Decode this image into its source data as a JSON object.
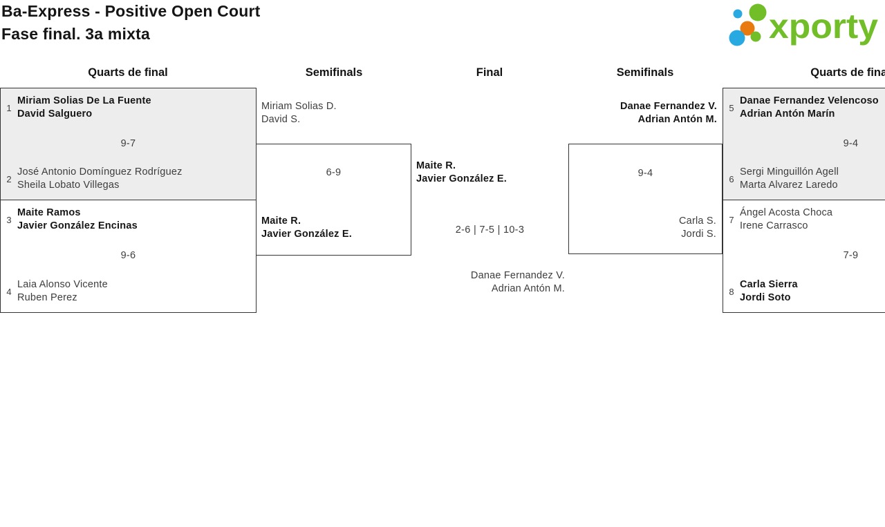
{
  "page": {
    "title_line1": "Ba-Express - Positive Open Court",
    "title_line2": "Fase final. 3a mixta"
  },
  "logo": {
    "text": "xporty",
    "colors": {
      "green": "#72be28",
      "blue": "#29a9e1",
      "orange": "#e87a10"
    }
  },
  "round_headers": [
    "Quarts de final",
    "Semifinals",
    "Final",
    "Semifinals",
    "Quarts de final"
  ],
  "matches": {
    "qf_l1": {
      "seed_top": "1",
      "top": [
        "Miriam Solias De La Fuente",
        "David Salguero"
      ],
      "score": "9-7",
      "seed_bottom": "2",
      "bottom": [
        "José Antonio Domínguez Rodríguez",
        "Sheila Lobato Villegas"
      ]
    },
    "qf_l2": {
      "seed_top": "3",
      "top": [
        "Maite Ramos",
        "Javier González Encinas"
      ],
      "score": "9-6",
      "seed_bottom": "4",
      "bottom": [
        "Laia Alonso Vicente",
        "Ruben Perez"
      ]
    },
    "sf_left": {
      "top": [
        "Miriam Solias D.",
        "David S."
      ],
      "score": "6-9",
      "bottom": [
        "Maite R.",
        "Javier González E."
      ]
    },
    "final": {
      "top": [
        "Maite R.",
        "Javier González E."
      ],
      "score": "2-6 | 7-5 | 10-3",
      "bottom": [
        "Danae Fernandez V.",
        "Adrian Antón M."
      ]
    },
    "sf_right": {
      "top": [
        "Danae Fernandez V.",
        "Adrian Antón M."
      ],
      "score": "9-4",
      "bottom": [
        "Carla S.",
        "Jordi S."
      ]
    },
    "qf_r1": {
      "seed_top": "5",
      "top": [
        "Danae Fernandez Velencoso",
        "Adrian Antón Marín"
      ],
      "score": "9-4",
      "seed_bottom": "6",
      "bottom": [
        "Sergi Minguillón Agell",
        "Marta Alvarez Laredo"
      ]
    },
    "qf_r2": {
      "seed_top": "7",
      "top": [
        "Ángel Acosta Choca",
        "Irene Carrasco"
      ],
      "score": "7-9",
      "seed_bottom": "8",
      "bottom": [
        "Carla Sierra",
        "Jordi Soto"
      ]
    }
  },
  "colors": {
    "box_border": "#343434",
    "shaded_box_bg": "#ededed",
    "winner_text": "#161616",
    "normal_text": "#3d3d3d"
  }
}
